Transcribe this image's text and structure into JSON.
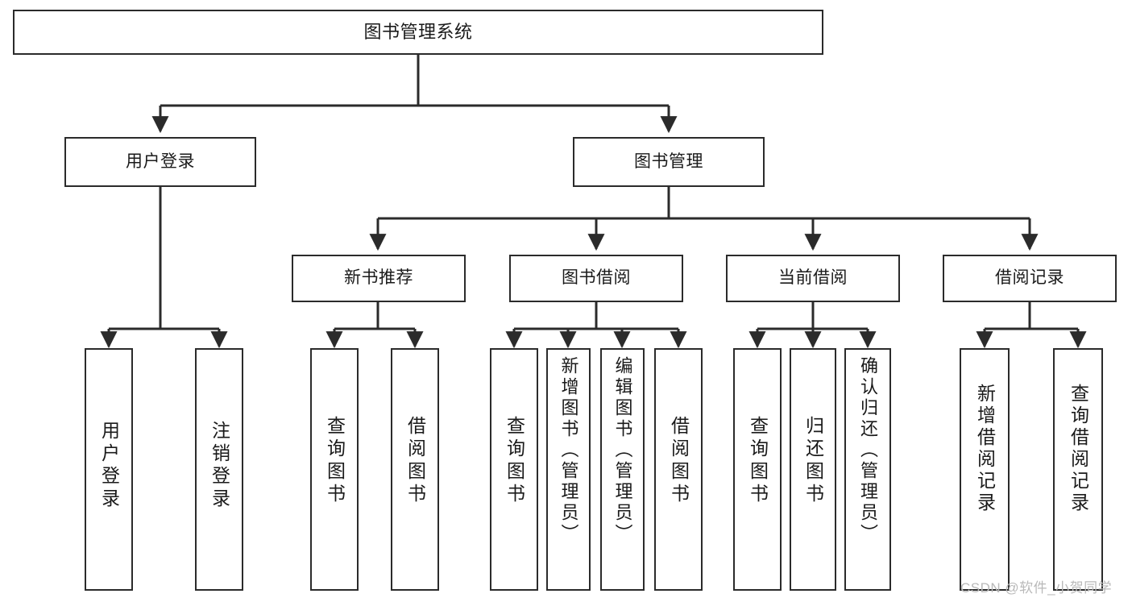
{
  "diagram": {
    "title": "图书管理系统",
    "type": "hierarchy-tree",
    "levels": 4,
    "nodes": {
      "root": {
        "label": "图书管理系统"
      },
      "level2": [
        {
          "id": "user-login",
          "label": "用户登录"
        },
        {
          "id": "book-management",
          "label": "图书管理"
        }
      ],
      "level3": [
        {
          "id": "new-book-recommend",
          "label": "新书推荐"
        },
        {
          "id": "book-borrow",
          "label": "图书借阅"
        },
        {
          "id": "current-borrow",
          "label": "当前借阅"
        },
        {
          "id": "borrow-record",
          "label": "借阅记录"
        }
      ],
      "leaves": {
        "user_login": [
          {
            "id": "leaf-user-login",
            "label": "用户登录"
          },
          {
            "id": "leaf-logout-login",
            "label": "注销登录"
          }
        ],
        "new_book_recommend": [
          {
            "id": "leaf-query-book-1",
            "label": "查询图书"
          },
          {
            "id": "leaf-borrow-book-1",
            "label": "借阅图书"
          }
        ],
        "book_borrow": [
          {
            "id": "leaf-query-book-2",
            "label": "查询图书"
          },
          {
            "id": "leaf-add-book",
            "label": "新增图书（管理员）"
          },
          {
            "id": "leaf-edit-book",
            "label": "编辑图书（管理员）"
          },
          {
            "id": "leaf-borrow-book-2",
            "label": "借阅图书"
          }
        ],
        "current_borrow": [
          {
            "id": "leaf-query-book-3",
            "label": "查询图书"
          },
          {
            "id": "leaf-return-book",
            "label": "归还图书"
          },
          {
            "id": "leaf-confirm-return",
            "label": "确认归还（管理员）"
          }
        ],
        "borrow_record": [
          {
            "id": "leaf-add-record",
            "label": "新增借阅记录"
          },
          {
            "id": "leaf-query-record",
            "label": "查询借阅记录"
          }
        ]
      }
    },
    "colors": {
      "stroke": "#2b2b2b",
      "fill": "#ffffff",
      "text": "#1a1a1a",
      "watermark": "#b9b9b9"
    }
  },
  "watermark": {
    "text": "CSDN @软件_小贺同学"
  }
}
